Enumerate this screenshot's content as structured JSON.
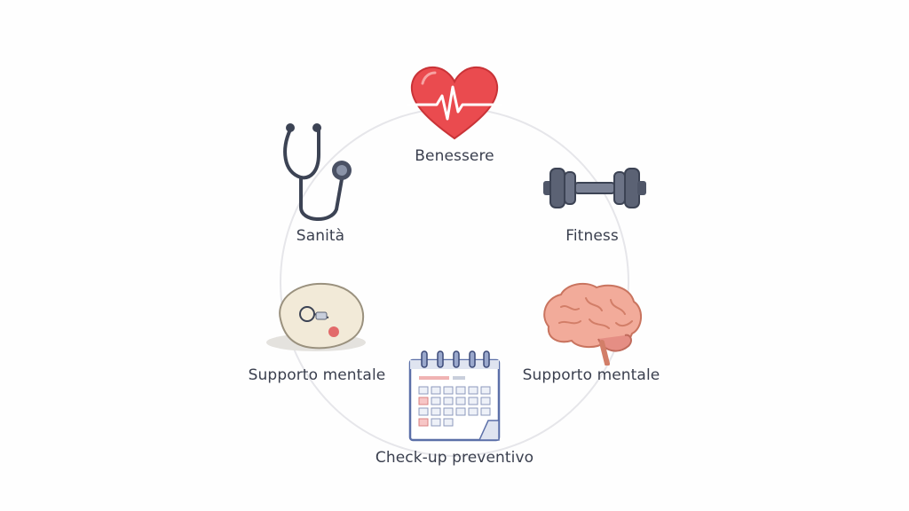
{
  "diagram": {
    "nodes": [
      {
        "id": "benessere",
        "label": "Benessere",
        "icon": "heart-pulse-icon",
        "color": "#e8484c"
      },
      {
        "id": "fitness",
        "label": "Fitness",
        "icon": "dumbbell-icon",
        "color": "#5b6274"
      },
      {
        "id": "supporto-mentale-right",
        "label": "Supporto mentale",
        "icon": "brain-icon",
        "color": "#eea493"
      },
      {
        "id": "check-up",
        "label": "Check-up preventivo",
        "icon": "calendar-icon",
        "color": "#5b6fa8"
      },
      {
        "id": "supporto-mentale-left",
        "label": "Supporto mentale",
        "icon": "cushion-icon",
        "color": "#efe6d2"
      },
      {
        "id": "sanita",
        "label": "Sanità",
        "icon": "stethoscope-icon",
        "color": "#3c4354"
      }
    ],
    "ring_color": "#e4e4e8"
  }
}
